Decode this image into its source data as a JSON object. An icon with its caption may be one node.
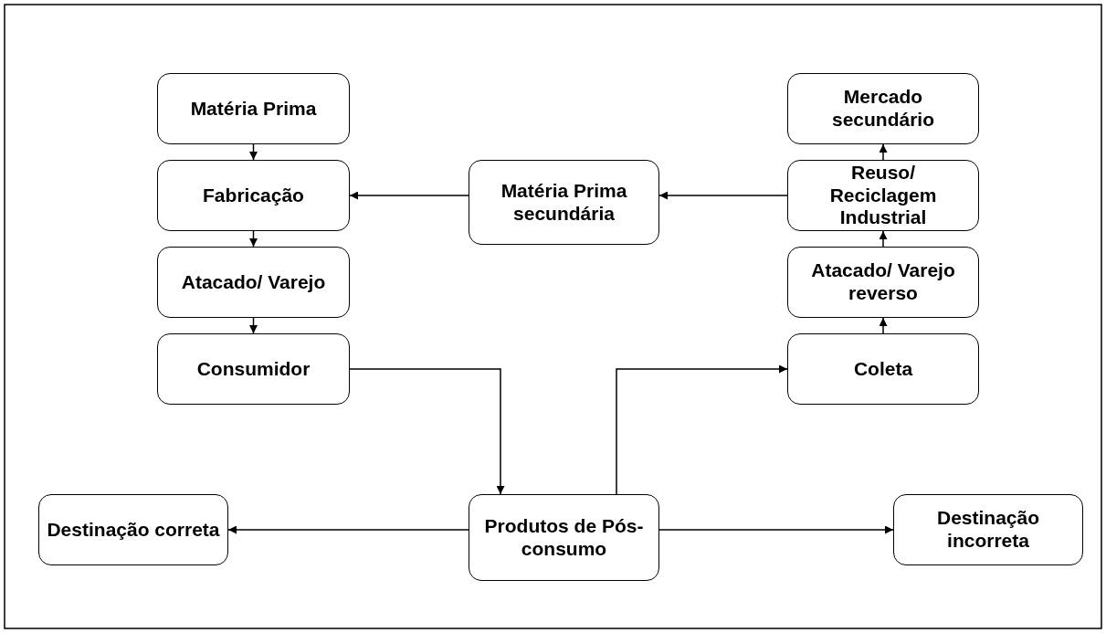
{
  "diagram": {
    "nodes": [
      {
        "text": [
          "Matéria Prima"
        ]
      },
      {
        "text": [
          "Fabricação"
        ]
      },
      {
        "text": [
          "Atacado/ Varejo"
        ]
      },
      {
        "text": [
          "Consumidor"
        ]
      },
      {
        "text": [
          "Produtos de Pós-consumo"
        ]
      },
      {
        "text": [
          "Destinação correta"
        ]
      },
      {
        "text": [
          "Destinação incorreta"
        ]
      },
      {
        "text": [
          "Coleta"
        ]
      },
      {
        "text": [
          "Atacado/ Varejo reverso"
        ]
      },
      {
        "text": [
          "Reuso/ Reciclagem Industrial"
        ]
      },
      {
        "text": [
          "Mercado secundário"
        ]
      },
      {
        "text": [
          "Matéria Prima secundária"
        ]
      }
    ],
    "edges": [
      {
        "from": 0,
        "to": 1,
        "arrow": "to"
      },
      {
        "from": 1,
        "to": 2,
        "arrow": "to"
      },
      {
        "from": 2,
        "to": 3,
        "arrow": "to"
      },
      {
        "from": 3,
        "to": 4,
        "arrow": "to"
      },
      {
        "from": 4,
        "to": 7,
        "arrow": "to"
      },
      {
        "from": 7,
        "to": 8,
        "arrow": "to"
      },
      {
        "from": 8,
        "to": 9,
        "arrow": "to"
      },
      {
        "from": 9,
        "to": 10,
        "arrow": "to"
      },
      {
        "from": 9,
        "to": 11,
        "arrow": "to"
      },
      {
        "from": 11,
        "to": 1,
        "arrow": "to"
      },
      {
        "from": 4,
        "to": 5,
        "arrow": "to"
      },
      {
        "from": 4,
        "to": 6,
        "arrow": "to"
      }
    ]
  }
}
